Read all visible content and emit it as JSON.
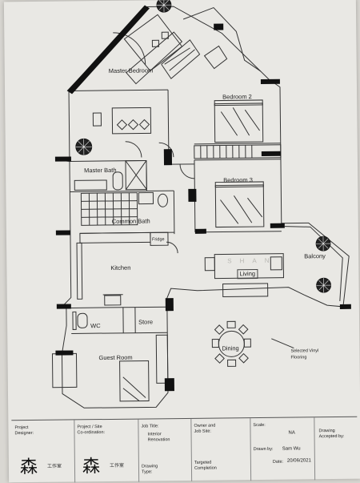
{
  "rooms": {
    "master_bedroom": "Master Bedroom",
    "bedroom_2": "Bedroom 2",
    "bedroom_3": "Bedroom 3",
    "master_bath": "Master Bath",
    "common_bath": "Common Bath",
    "fridge": "Fridge",
    "kitchen": "Kitchen",
    "living": "Living",
    "balcony": "Balcony",
    "wc": "WC",
    "store": "Store",
    "dining": "Dining",
    "guest_room": "Guest Room",
    "flooring_note_line1": "Selected Vinyl",
    "flooring_note_line2": "Flooring"
  },
  "watermark": "SHAN",
  "title_block": {
    "project_designer_l1": "Project",
    "project_designer_l2": "Designer:",
    "coordination_l1": "Project / Site",
    "coordination_l2": "Co-ordination:",
    "job_title": "Job Title:",
    "job_title_value_l1": "Interior",
    "job_title_value_l2": "Renovation",
    "owner_l1": "Owner and",
    "owner_l2": "Job Site:",
    "scale": "Scale:",
    "scale_value": "NA",
    "drawn_by": "Drawn by:",
    "drawn_by_value": "Sam Wu",
    "date": "Date:",
    "date_value": "20/06/2021",
    "accepted_l1": "Drawing",
    "accepted_l2": "Accepted by:",
    "drawing_type_l1": "Drawing",
    "drawing_type_l2": "Type:",
    "completion_l1": "Targeted",
    "completion_l2": "Completion",
    "logo_glyph": "森",
    "logo_caption": "工作室"
  }
}
